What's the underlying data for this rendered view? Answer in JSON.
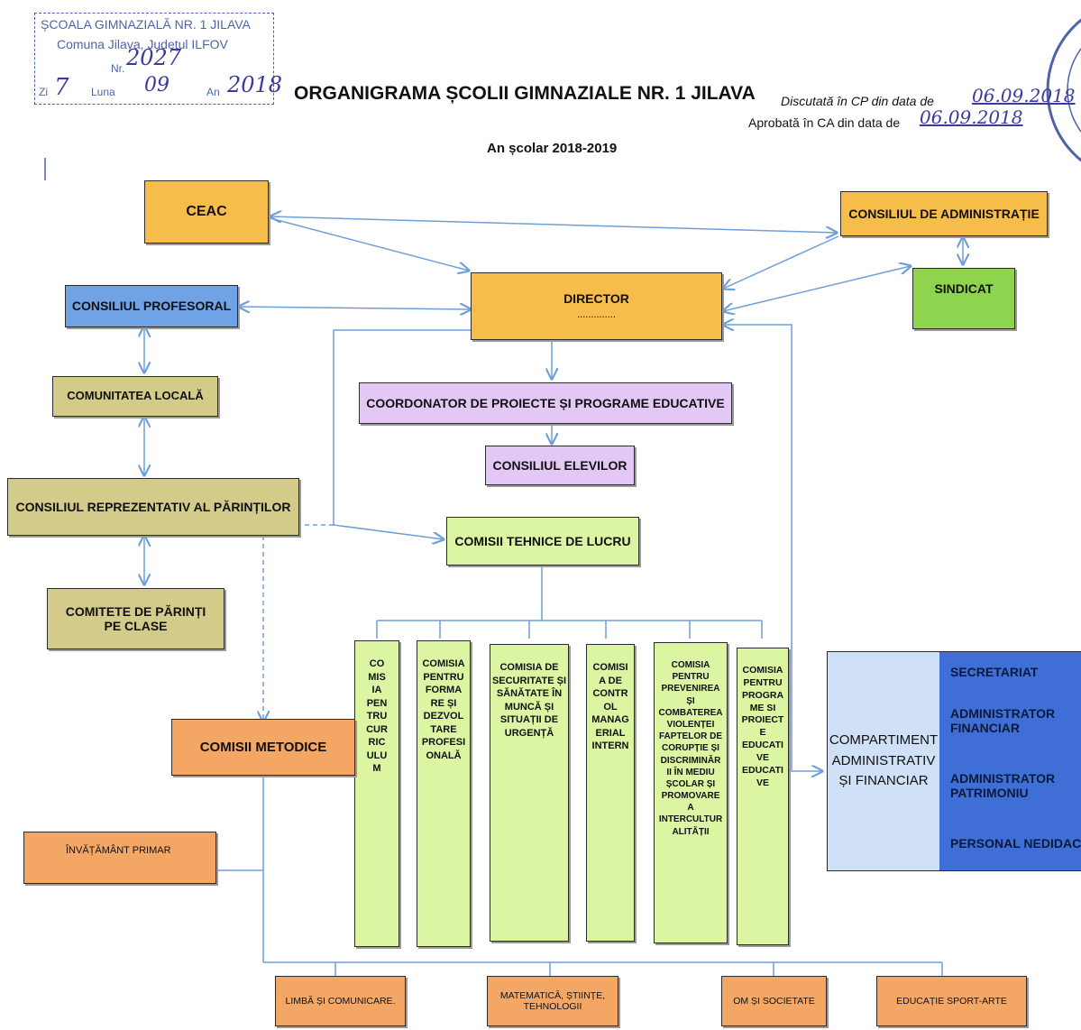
{
  "stamp": {
    "line1": "ȘCOALA GIMNAZIALĂ NR. 1 JILAVA",
    "line2": "Comuna Jilava, Județul ILFOV",
    "nr_label": "Nr.",
    "nr_value": "2027",
    "zi_label": "Zi",
    "zi_value": "7",
    "luna_label": "Luna",
    "luna_value": "09",
    "an_label": "An",
    "an_value": "2018"
  },
  "header": {
    "title": "ORGANIGRAMA ȘCOLII GIMNAZIALE NR. 1 JILAVA",
    "subtitle": "An școlar 2018-2019",
    "discutata_label": "Discutată în CP din data de",
    "discutata_date": "06.09.2018",
    "aprobata_label": "Aprobată în CA din data de",
    "aprobata_date": "06.09.2018"
  },
  "nodes": {
    "ceac": "CEAC",
    "consiliul_administratie": "CONSILIUL DE ADMINISTRAȚIE",
    "sindicat": "SINDICAT",
    "director": "DIRECTOR",
    "director_dots": "..............",
    "consiliul_profesoral": "CONSILIUL PROFESORAL",
    "comunitatea_locala": "COMUNITATEA LOCALĂ",
    "consiliul_parintilor": "CONSILIUL REPREZENTATIV AL PĂRINȚILOR",
    "comitete_parinti": "COMITETE DE PĂRINȚI\nPE CLASE",
    "coordonator": "COORDONATOR DE PROIECTE ȘI PROGRAME EDUCATIVE",
    "consiliul_elevilor": "CONSILIUL ELEVILOR",
    "comisii_tehnice": "COMISII TEHNICE DE LUCRU",
    "comisii_metodice": "COMISII METODICE",
    "invatamant_primar": "ÎNVĂȚĂMÂNT PRIMAR"
  },
  "commissions": [
    "CO\nMIS\nIA\nPEN\nTRU\nCUR\nRIC\nULU\nM",
    "COMISIA\nPENTRU\nFORMA\nRE ȘI\nDEZVOL\nTARE\nPROFESI\nONALĂ",
    "COMISIA DE\nSECURITATE ȘI\nSĂNĂTATE ÎN\nMUNCĂ ȘI\nSITUAȚII DE\nURGENȚĂ",
    "COMISI\nA DE\nCONTR\nOL\nMANAG\nERIAL\nINTERN",
    "COMISIA\nPENTRU\nPREVENIREA\nȘI\nCOMBATEREA\nVIOLENȚEI\nFAPTELOR DE\nCORUPȚIE ȘI\nDISCRIMINĂR\nII ÎN MEDIU\nȘCOLAR ȘI\nPROMOVARE\nA\nINTERCULTUR\nALITĂȚII",
    "COMISIA\nPENTRU\nPROGRA\nME SI\nPROIECT\nE\nEDUCATI\nVE\nEDUCATI\nVE"
  ],
  "compartiment": {
    "title": "COMPARTIMENT\nADMINISTRATIV\nȘI FINANCIAR",
    "items": [
      "SECRETARIAT",
      "ADMINISTRATOR\nFINANCIAR",
      "ADMINISTRATOR\nPATRIMONIU",
      "PERSONAL NEDIDACTIC"
    ]
  },
  "arii": [
    "LIMBĂ ȘI COMUNICARE.",
    "MATEMATICĂ, ȘTIINȚE,\nTEHNOLOGII",
    "OM ȘI SOCIETATE",
    "EDUCAȚIE SPORT-ARTE"
  ],
  "colors": {
    "orange": "#f7bd4a",
    "blue": "#6fa3e6",
    "khaki": "#d3cb8a",
    "green": "#8ed44f",
    "lilac": "#e3c8f5",
    "lime": "#dcf5a3",
    "salmon": "#f4a765",
    "compartiment_light": "#cfe0f7",
    "compartiment_dark": "#3f6fd6",
    "line": "#6e9fd8",
    "stamp": "#4f63a8"
  }
}
